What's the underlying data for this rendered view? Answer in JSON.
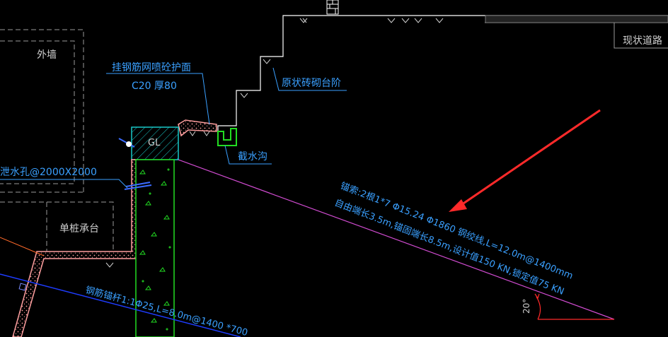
{
  "labels": {
    "outer_wall": "外墙",
    "mesh_shotcrete_1": "挂钢筋网喷砼护面",
    "mesh_shotcrete_2": "C20 厚80",
    "brick_steps": "原状砖砌台阶",
    "existing_road": "现状道路",
    "gl": "GL",
    "intercept_ditch": "截水沟",
    "drain_hole": "泄水孔@2000X2000",
    "single_pile_cap": "单桩承台",
    "anchor_line1": "锚索:2根1*7 Φ15.24 Φ1860 钢绞线,L=12.0m@1400mm",
    "anchor_line2": "自由端长3.5m,锚固端长8.5m,设计值150 KN,锁定值75 KN",
    "angle": "20°",
    "soil_nail": "钢筋锚杆1:1Φ25,L=8.0m@1400 *700"
  },
  "colors": {
    "background": "#000000",
    "text_blue": "#3aa0ff",
    "linework": "#ffffff",
    "gray_dashed": "#9a9a9a",
    "hatch_pink": "#ff9f9f",
    "anchor_magenta": "#d24cd2",
    "cyan_gl": "#19c7c7",
    "green_wall": "#22dd22",
    "arrow_red": "#ff2a2a",
    "nail_blue": "#1e3cff",
    "orange": "#ff6a2a"
  }
}
